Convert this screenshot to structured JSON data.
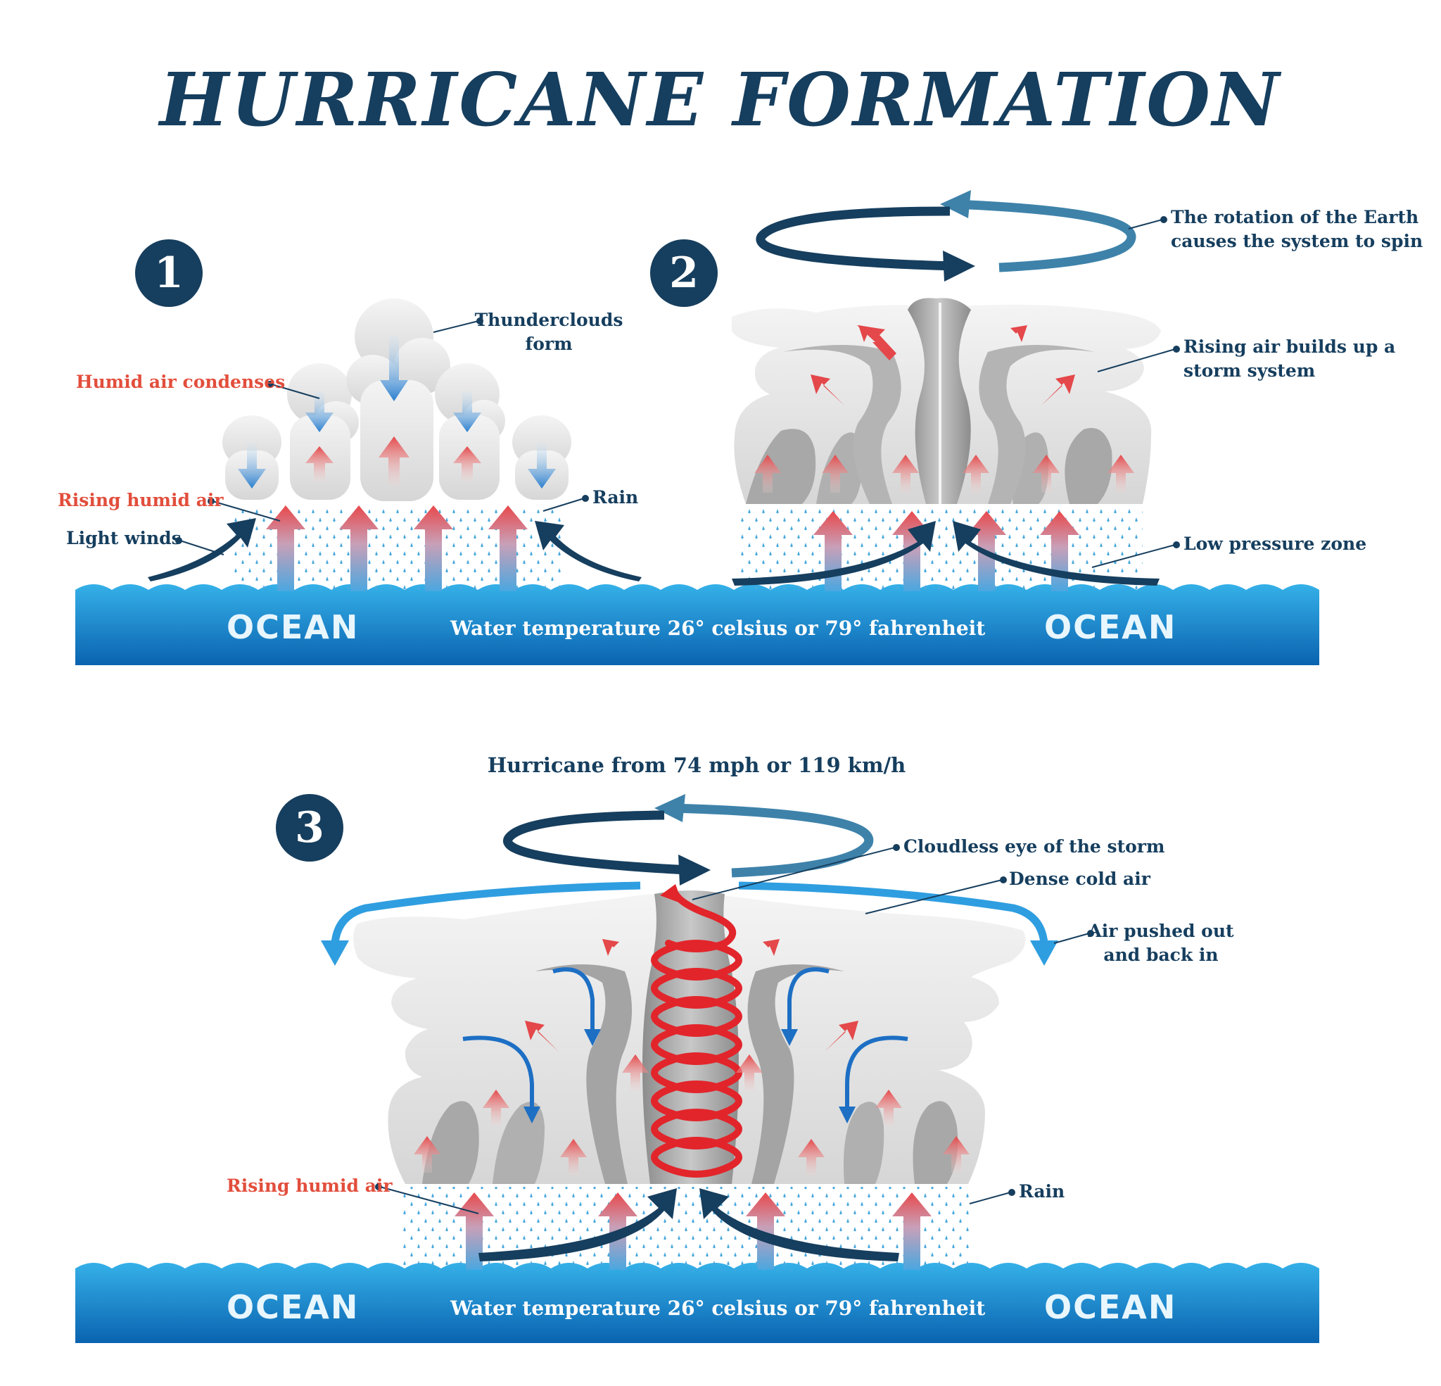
{
  "title": "HURRICANE FORMATION",
  "colors": {
    "navy": "#163e5e",
    "red_label": "#e24e3c",
    "ocean_top": "#2fa8e2",
    "ocean_bottom": "#0b69b6",
    "cloud_light": "#ececec",
    "cloud_dark": "#9c9c9c",
    "rain": "#3aa0d8",
    "air_red": "#e04a4a",
    "air_blue": "#1d86d4"
  },
  "ocean_label": "OCEAN",
  "water_temperature": "Water temperature 26° celsius or 79° fahrenheit",
  "stage1": {
    "number": "1",
    "labels": {
      "thunderclouds": "Thunderclouds\nform",
      "humid_condenses": "Humid air condenses",
      "rising_humid": "Rising humid air",
      "light_winds": "Light winds",
      "rain": "Rain"
    }
  },
  "stage2": {
    "number": "2",
    "labels": {
      "rotation": "The rotation of the Earth\ncauses the system to spin",
      "rising_builds": "Rising air builds up a\nstorm system",
      "low_pressure": "Low pressure zone"
    }
  },
  "stage3": {
    "number": "3",
    "speed": "Hurricane from 74 mph or 119 km/h",
    "labels": {
      "eye": "Cloudless eye of the storm",
      "dense_cold": "Dense cold air",
      "pushed": "Air pushed out\nand back in",
      "rising_humid": "Rising humid air",
      "rain": "Rain"
    }
  }
}
